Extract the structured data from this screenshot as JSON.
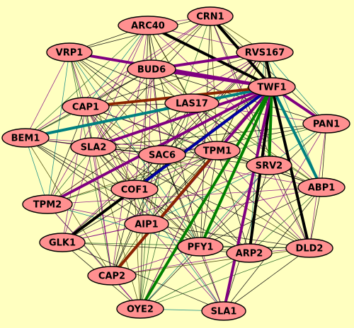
{
  "network": {
    "background_color": "#ffffc0",
    "node_fill": "#ff9090",
    "nodes": [
      "ARC40",
      "CRN1",
      "VRP1",
      "RVS167",
      "BUD6",
      "TWF1",
      "CAP1",
      "LAS17",
      "PAN1",
      "BEM1",
      "SLA2",
      "SAC6",
      "TPM1",
      "SRV2",
      "ABP1",
      "COF1",
      "TPM2",
      "AIP1",
      "GLK1",
      "PFY1",
      "ARP2",
      "DLD2",
      "CAP2",
      "OYE2",
      "SLA1"
    ],
    "edge_colors": {
      "black": "#000000",
      "purple": "#800080",
      "green": "#008000",
      "teal": "#008080",
      "blue": "#0000a0",
      "brown": "#8b2500"
    },
    "thick_edges": [
      {
        "source": "ARC40",
        "target": "TWF1",
        "color": "black"
      },
      {
        "source": "CRN1",
        "target": "TWF1",
        "color": "black"
      },
      {
        "source": "RVS167",
        "target": "TWF1",
        "color": "black"
      },
      {
        "source": "TWF1",
        "target": "DLD2",
        "color": "black"
      },
      {
        "source": "TWF1",
        "target": "ARP2",
        "color": "black"
      },
      {
        "source": "TWF1",
        "target": "GLK1",
        "color": "black"
      },
      {
        "source": "VRP1",
        "target": "TWF1",
        "color": "purple"
      },
      {
        "source": "BUD6",
        "target": "TWF1",
        "color": "purple"
      },
      {
        "source": "BUD6",
        "target": "RVS167",
        "color": "purple"
      },
      {
        "source": "TWF1",
        "target": "TPM2",
        "color": "purple"
      },
      {
        "source": "TWF1",
        "target": "SLA2",
        "color": "purple"
      },
      {
        "source": "TWF1",
        "target": "SLA1",
        "color": "purple"
      },
      {
        "source": "TWF1",
        "target": "CAP2",
        "color": "purple"
      },
      {
        "source": "TWF1",
        "target": "PAN1",
        "color": "purple"
      },
      {
        "source": "TWF1",
        "target": "OYE2",
        "color": "green"
      },
      {
        "source": "TWF1",
        "target": "SRV2",
        "color": "green"
      },
      {
        "source": "TWF1",
        "target": "PFY1",
        "color": "green"
      },
      {
        "source": "TWF1",
        "target": "BEM1",
        "color": "teal"
      },
      {
        "source": "TWF1",
        "target": "ABP1",
        "color": "teal"
      },
      {
        "source": "TWF1",
        "target": "COF1",
        "color": "blue"
      },
      {
        "source": "TPM1",
        "target": "CAP2",
        "color": "brown"
      },
      {
        "source": "CAP1",
        "target": "TWF1",
        "color": "brown"
      }
    ]
  }
}
